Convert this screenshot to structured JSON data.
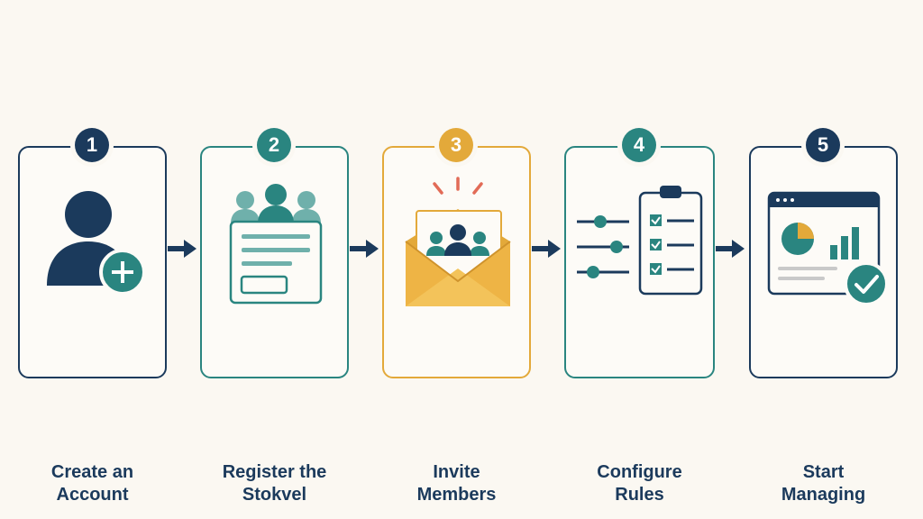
{
  "steps": [
    {
      "number": "1",
      "label": "Create an\nAccount",
      "icon": "add-user-icon"
    },
    {
      "number": "2",
      "label": "Register the\nStokvel",
      "icon": "group-form-icon"
    },
    {
      "number": "3",
      "label": "Invite\nMembers",
      "icon": "envelope-invite-icon"
    },
    {
      "number": "4",
      "label": "Configure\nRules",
      "icon": "settings-checklist-icon"
    },
    {
      "number": "5",
      "label": "Start\nManaging",
      "icon": "dashboard-check-icon"
    }
  ],
  "colors": {
    "navy": "#1b3a5c",
    "teal": "#2a8580",
    "gold": "#e3a93a",
    "light_teal": "#6fb0ab",
    "background": "#fbf8f2"
  }
}
